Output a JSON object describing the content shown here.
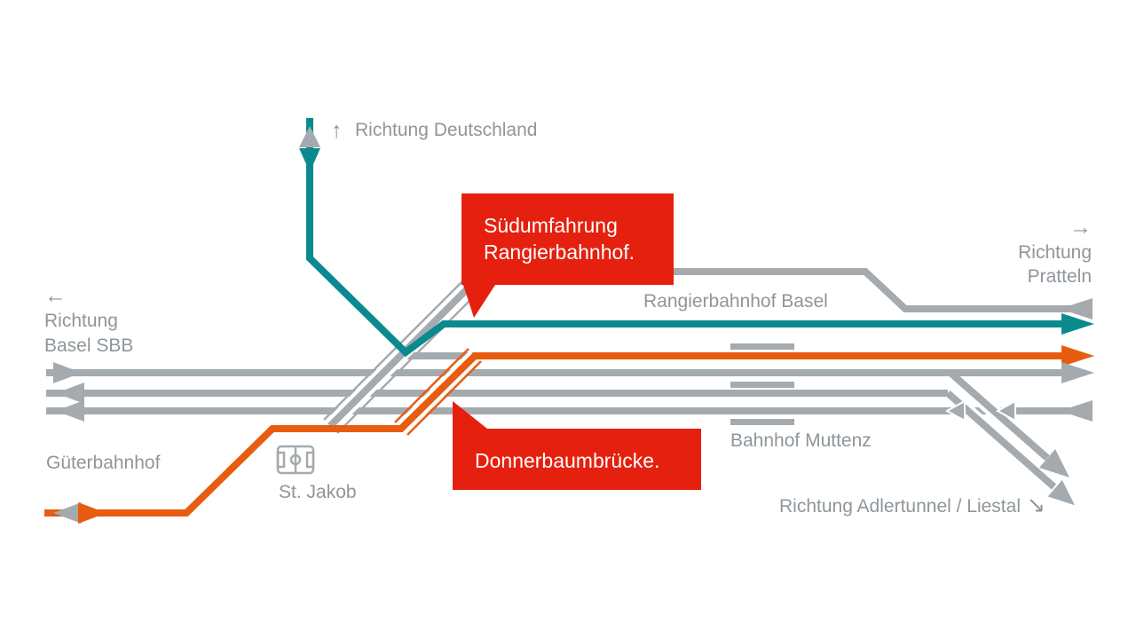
{
  "colors": {
    "teal": "#0a8a8f",
    "orange": "#e85c10",
    "red": "#e5200e",
    "track_gray": "#a5aaae",
    "label_gray": "#8f969b",
    "white": "#ffffff"
  },
  "labels": {
    "deutschland": {
      "arrow": "↑",
      "text": "Richtung Deutschland"
    },
    "pratteln": {
      "arrow": "→",
      "line1": "Richtung",
      "line2": "Pratteln"
    },
    "basel_sbb": {
      "arrow": "←",
      "line1": "Richtung",
      "line2": "Basel SBB"
    },
    "gueterbahnhof": {
      "text": "Güterbahnhof"
    },
    "st_jakob": {
      "text": "St. Jakob"
    },
    "rangierbahnhof_basel": {
      "text": "Rangierbahnhof Basel"
    },
    "bahnhof_muttenz": {
      "text": "Bahnhof Muttenz"
    },
    "adlertunnel": {
      "text": "Richtung Adlertunnel / Liestal",
      "arrow": "↘"
    },
    "callouts": {
      "suedumfahrung": {
        "line1": "Südumfahrung",
        "line2": "Rangierbahnhof."
      },
      "donnerbaumbruecke": {
        "text": "Donnerbaumbrücke."
      }
    }
  }
}
